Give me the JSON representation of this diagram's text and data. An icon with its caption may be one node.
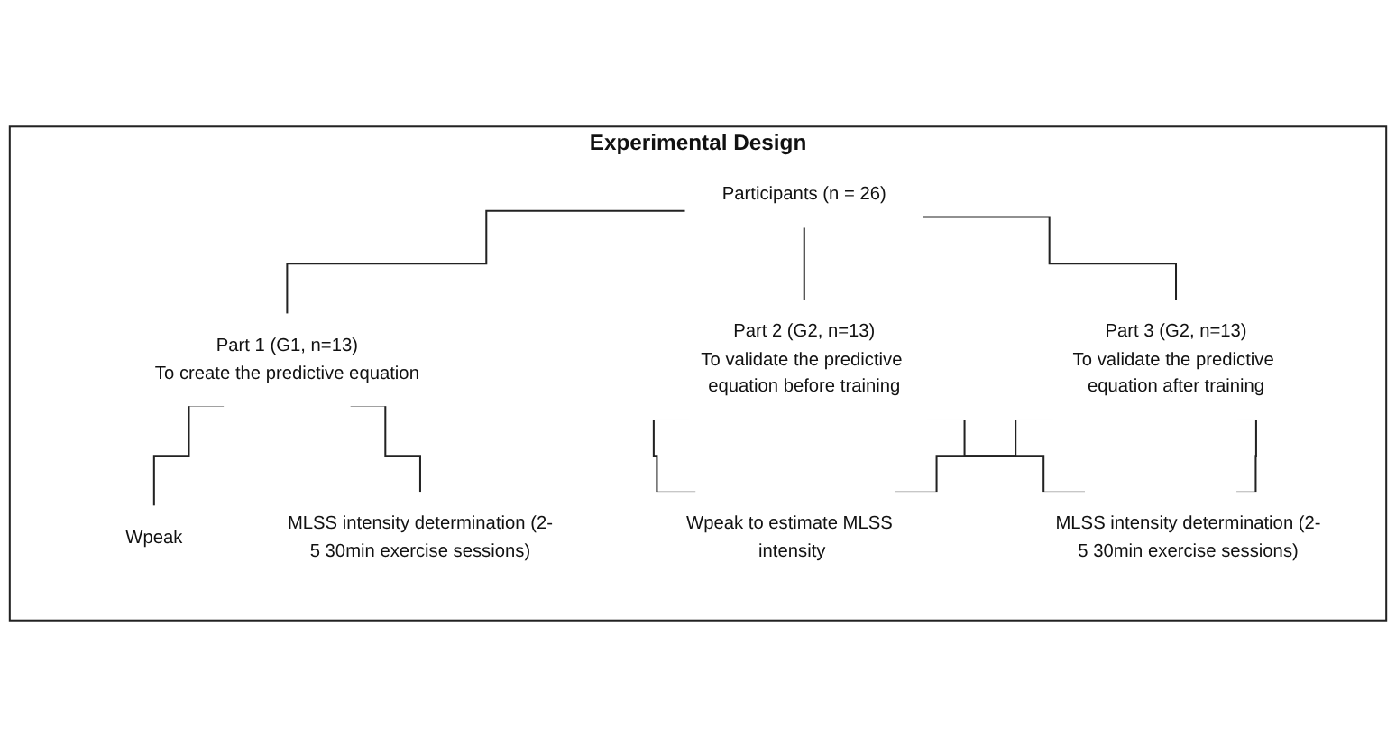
{
  "diagram": {
    "nodes": [
      {
        "text": [
          "Experimental Design"
        ]
      },
      {
        "text": [
          "Participants (n = 26)"
        ],
        "in": 0
      },
      {
        "text": [
          "Part 1 (G1, n=13)",
          "To create the predictive equation"
        ],
        "in": 0
      },
      {
        "text": [
          "Part 2 (G2, n=13)",
          "To validate the predictive equation before training"
        ],
        "in": 0
      },
      {
        "text": [
          "Part 3 (G2, n=13)",
          "To validate the predictive equation after training"
        ],
        "in": 0
      },
      {
        "text": [
          "Wpeak"
        ],
        "in": 0
      },
      {
        "text": [
          "MLSS intensity determination (2-5 30min exercise sessions)"
        ],
        "in": 0
      },
      {
        "text": [
          "Wpeak to estimate MLSS intensity"
        ],
        "in": 0
      },
      {
        "text": [
          "MLSS intensity determination (2-5 30min exercise sessions)"
        ],
        "in": 0
      }
    ],
    "edges": [
      {
        "from": 1,
        "to": 2,
        "arrow": "none"
      },
      {
        "from": 1,
        "to": 3,
        "arrow": "none"
      },
      {
        "from": 1,
        "to": 4,
        "arrow": "none"
      },
      {
        "from": 2,
        "to": 5,
        "arrow": "none"
      },
      {
        "from": 2,
        "to": 6,
        "arrow": "none"
      },
      {
        "from": 3,
        "to": 7,
        "arrow": "none"
      },
      {
        "from": 3,
        "to": 8,
        "arrow": "none"
      },
      {
        "from": 4,
        "to": 7,
        "arrow": "none"
      },
      {
        "from": 4,
        "to": 8,
        "arrow": "none"
      }
    ]
  }
}
